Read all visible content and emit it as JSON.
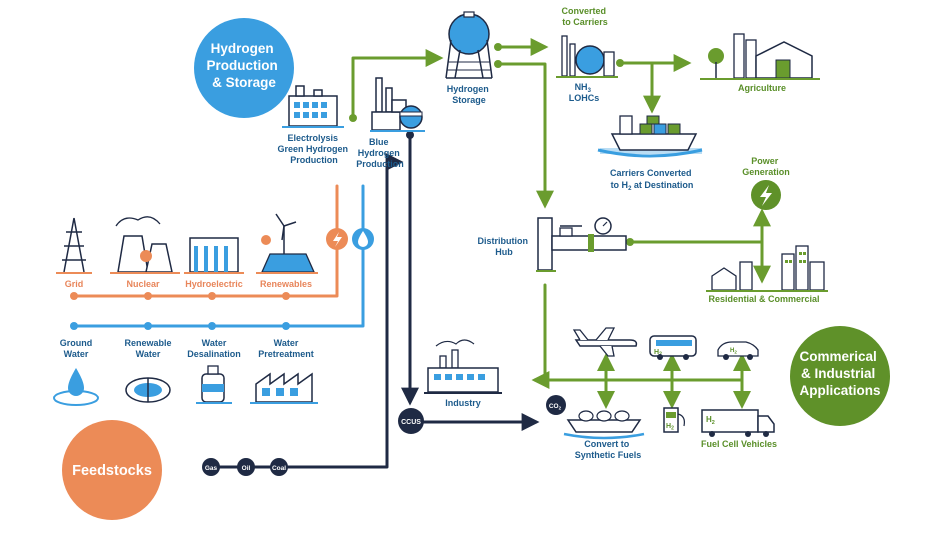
{
  "badges": {
    "production": [
      "Hydrogen",
      "Production",
      "& Storage"
    ],
    "feedstocks": "Feedstocks",
    "applications": [
      "Commerical",
      "& Industrial",
      "Applications"
    ]
  },
  "production": {
    "electrolysis": [
      "Electrolysis",
      "Green Hydrogen",
      "Production"
    ],
    "blue": [
      "Blue",
      "Hydrogen",
      "Production"
    ]
  },
  "storage": [
    "Hydrogen",
    "Storage"
  ],
  "carriers": {
    "converted": [
      "Converted",
      "to Carriers"
    ],
    "nh": "NH",
    "nh_sub": "3",
    "lohcs": "LOHCs",
    "destination_1": "Carriers Converted",
    "destination_2a": "to H",
    "destination_2_sub": "2",
    "destination_2b": " at Destination"
  },
  "agriculture": "Agriculture",
  "power_generation": [
    "Power",
    "Generation"
  ],
  "distribution_hub": [
    "Distribution",
    "Hub"
  ],
  "residential": "Residential & Commercial",
  "energy_sources": [
    "Grid",
    "Nuclear",
    "Hydroelectric",
    "Renewables"
  ],
  "water_sources": [
    [
      "Ground",
      "Water"
    ],
    [
      "Renewable",
      "Water"
    ],
    [
      "Water",
      "Desalination"
    ],
    [
      "Water",
      "Pretreatment"
    ]
  ],
  "industry": "Industry",
  "ccus": "CCUS",
  "fossil": [
    "Gas",
    "Oil",
    "Coal"
  ],
  "co2": "CO",
  "co2_sub": "2",
  "synthetic": [
    "Convert to",
    "Synthetic Fuels"
  ],
  "fuel_cell": "Fuel Cell Vehicles",
  "h2": "H",
  "h2_sub": "2",
  "colors": {
    "navy": "#1d5b8c",
    "light_blue": "#3a9ee0",
    "orange": "#ec8b57",
    "green": "#6a9c2e",
    "dark": "#1f2a44"
  }
}
